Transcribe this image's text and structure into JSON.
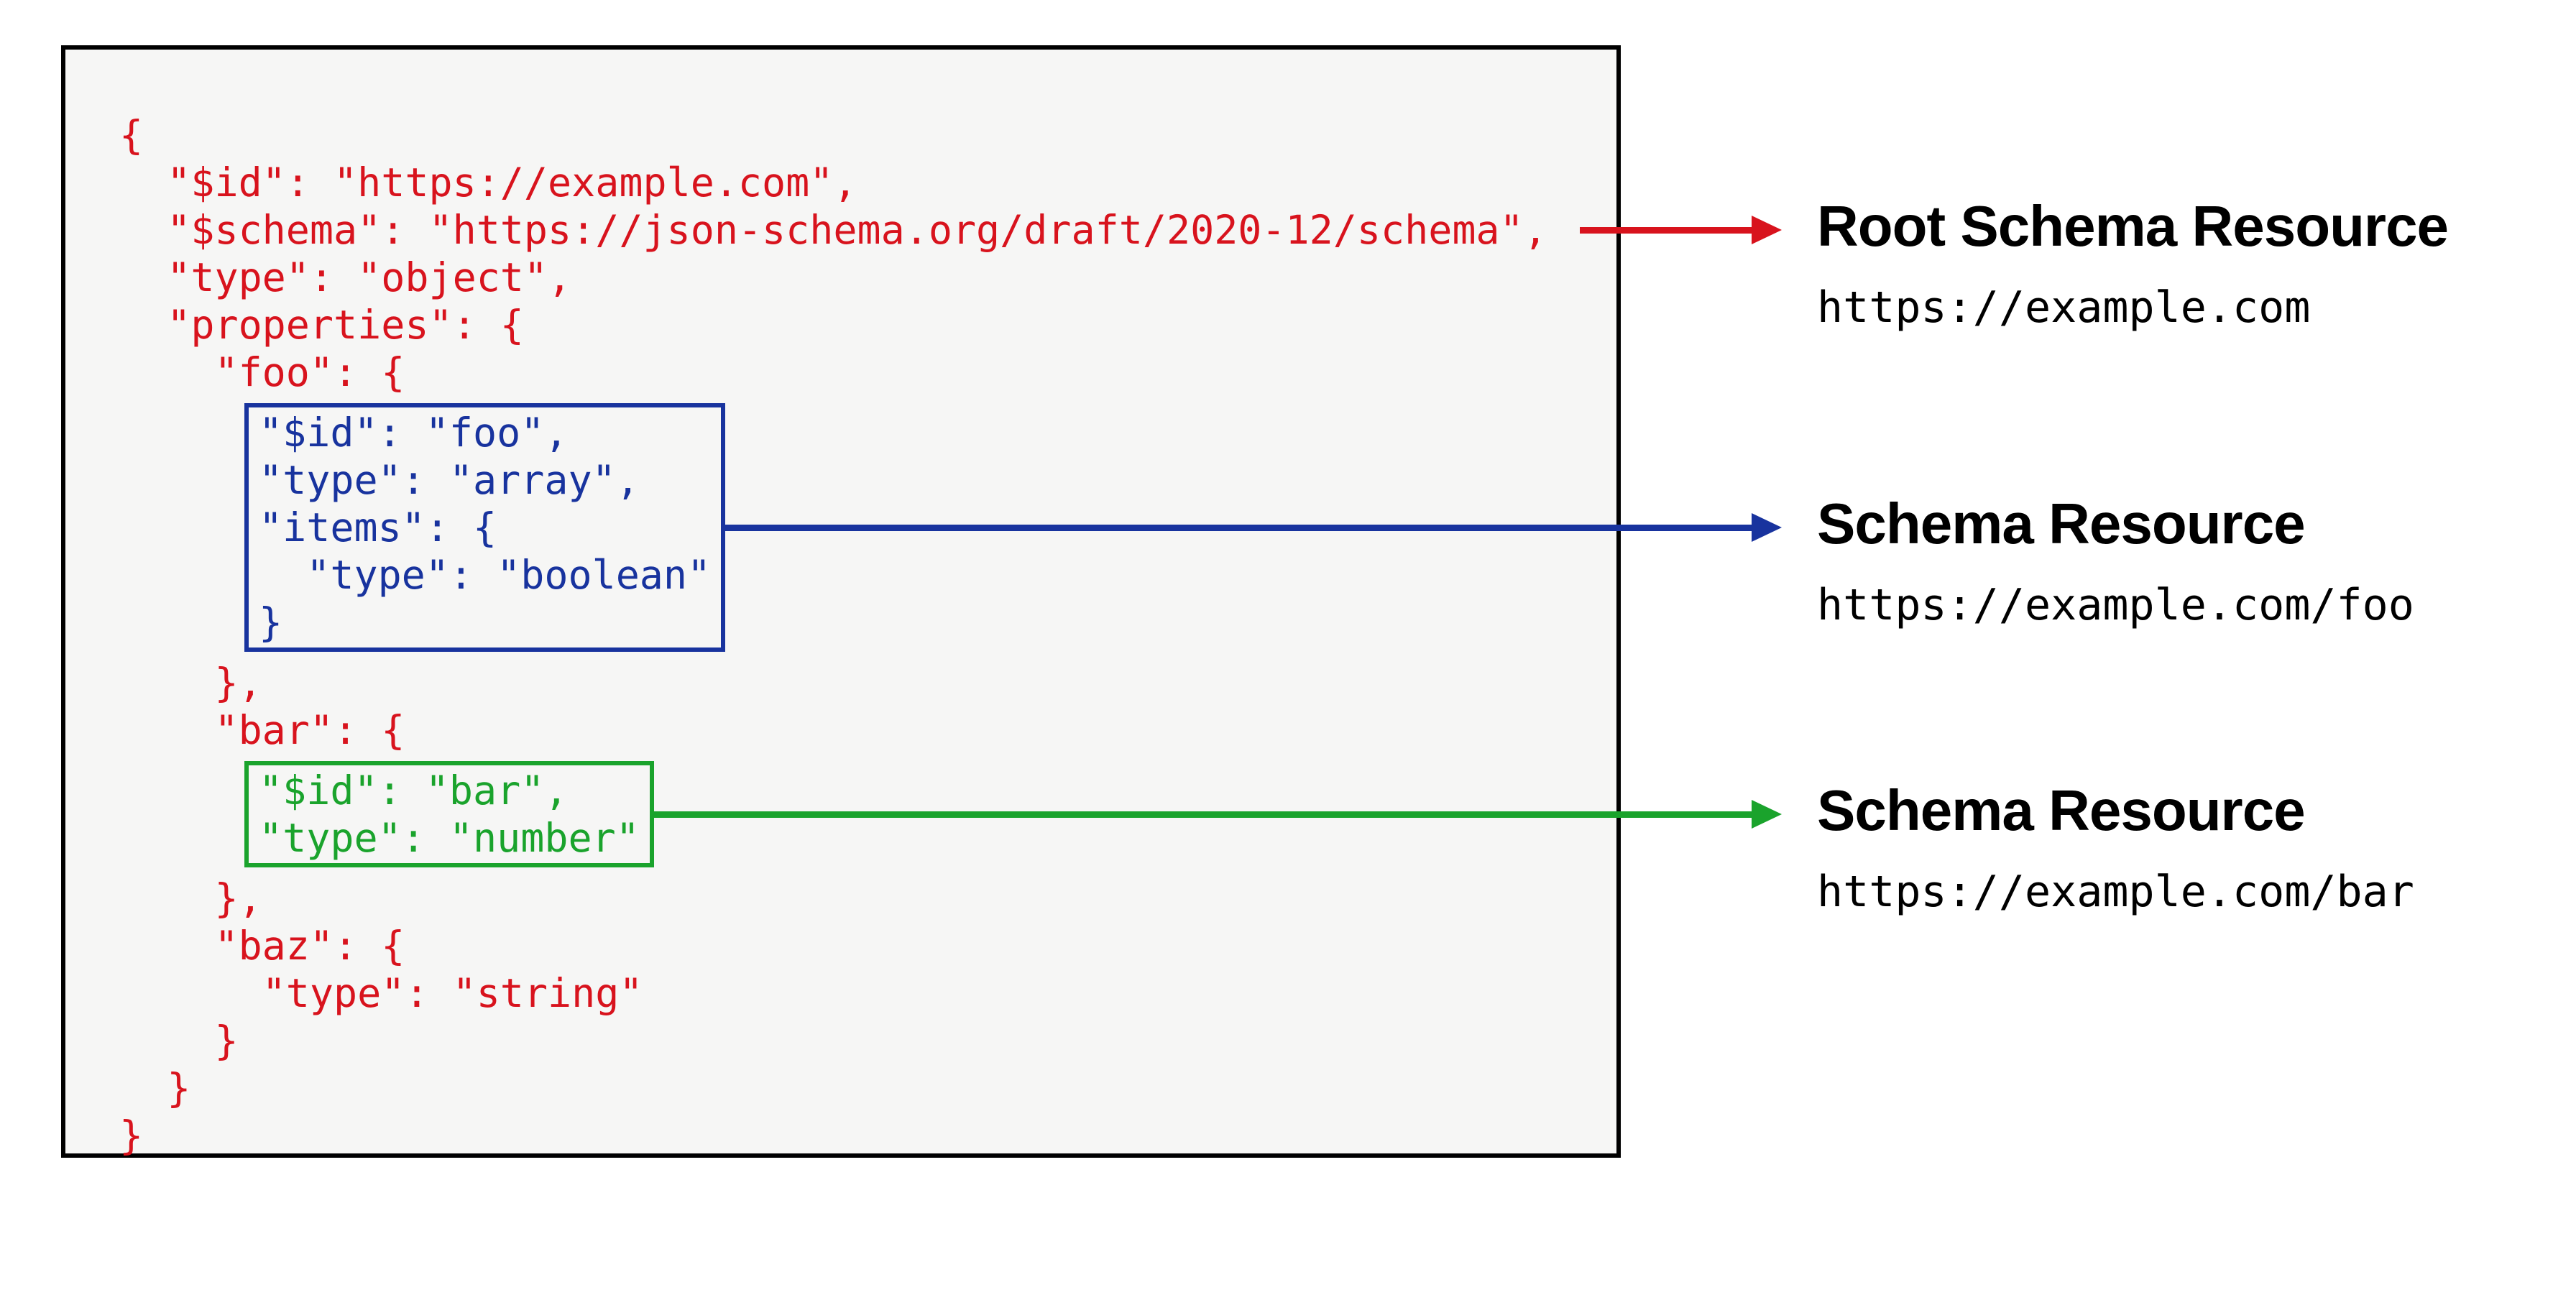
{
  "colors": {
    "red": "#d8131d",
    "blue": "#18339e",
    "green": "#1aa32c",
    "panel_bg": "#f6f6f5",
    "panel_border": "#000000",
    "label": "#000000"
  },
  "code": {
    "segments": [
      {
        "kind": "plain",
        "color": "red",
        "lines": [
          "{",
          "  \"$id\": \"https://example.com\",",
          "  \"$schema\": \"https://json-schema.org/draft/2020-12/schema\",",
          "  \"type\": \"object\",",
          "  \"properties\": {",
          "    \"foo\": {"
        ]
      },
      {
        "kind": "box",
        "name": "foo-schema-resource-box",
        "color": "blue",
        "lines": [
          "\"$id\": \"foo\",",
          "\"type\": \"array\",",
          "\"items\": {",
          "  \"type\": \"boolean\"",
          "}"
        ]
      },
      {
        "kind": "plain",
        "color": "red",
        "lines": [
          "    },",
          "    \"bar\": {"
        ]
      },
      {
        "kind": "box",
        "name": "bar-schema-resource-box",
        "color": "green",
        "lines": [
          "\"$id\": \"bar\",",
          "\"type\": \"number\""
        ]
      },
      {
        "kind": "plain",
        "color": "red",
        "lines": [
          "    },",
          "    \"baz\": {",
          "      \"type\": \"string\"",
          "    }",
          "  }",
          "}"
        ]
      }
    ]
  },
  "annotations": [
    {
      "title": "Root Schema Resource",
      "url": "https://example.com",
      "color_name": "red"
    },
    {
      "title": "Schema Resource",
      "url": "https://example.com/foo",
      "color_name": "blue"
    },
    {
      "title": "Schema Resource",
      "url": "https://example.com/bar",
      "color_name": "green"
    }
  ]
}
